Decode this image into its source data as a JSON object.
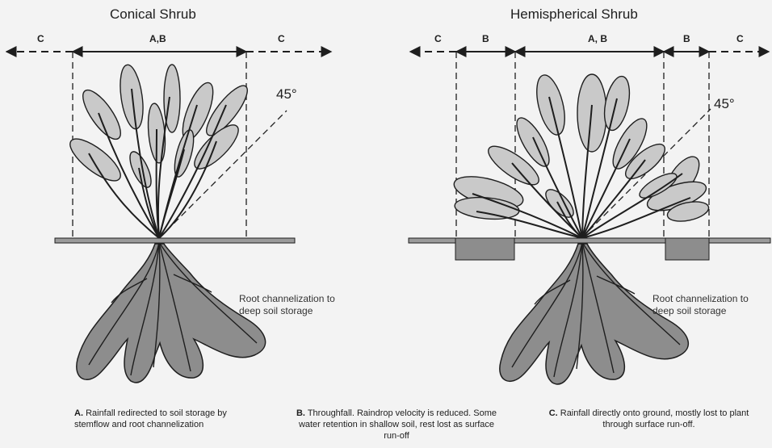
{
  "colors": {
    "background": "#f3f3f3",
    "foliage": "#c9c9c9",
    "roots": "#8d8d8d",
    "ground": "#9a9a9a",
    "ink": "#1e1e1e"
  },
  "left_panel": {
    "title": "Conical Shrub",
    "zone_left": "C",
    "zone_center": "A,B",
    "zone_right": "C",
    "angle": "45°",
    "root_note": "Root channelization to deep soil storage"
  },
  "right_panel": {
    "title": "Hemispherical Shrub",
    "zone_outer_left": "C",
    "zone_inner_left": "B",
    "zone_center": "A, B",
    "zone_inner_right": "B",
    "zone_outer_right": "C",
    "angle": "45°",
    "root_note": "Root channelization to deep soil storage"
  },
  "captions": {
    "a_letter": "A.",
    "a_text": "Rainfall redirected to soil storage  by stemflow and root channelization",
    "b_letter": "B.",
    "b_text": "Throughfall.  Raindrop velocity is reduced. Some water retention in shallow soil, rest lost as surface run-off",
    "c_letter": "C.",
    "c_text": "Rainfall directly onto ground, mostly lost to plant through surface run-off."
  }
}
